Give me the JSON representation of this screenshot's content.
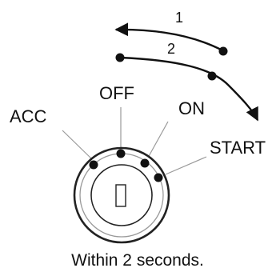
{
  "diagram": {
    "arrows": {
      "step1_label": "1",
      "step2_label": "2"
    },
    "positions": {
      "acc": "ACC",
      "off": "OFF",
      "on": "ON",
      "start": "START"
    },
    "caption": "Within 2 seconds."
  },
  "colors": {
    "ink": "#111111",
    "guide_line": "#9a9a9a",
    "ring_outer": "#222222",
    "ring_inner": "#9a9a9a"
  }
}
